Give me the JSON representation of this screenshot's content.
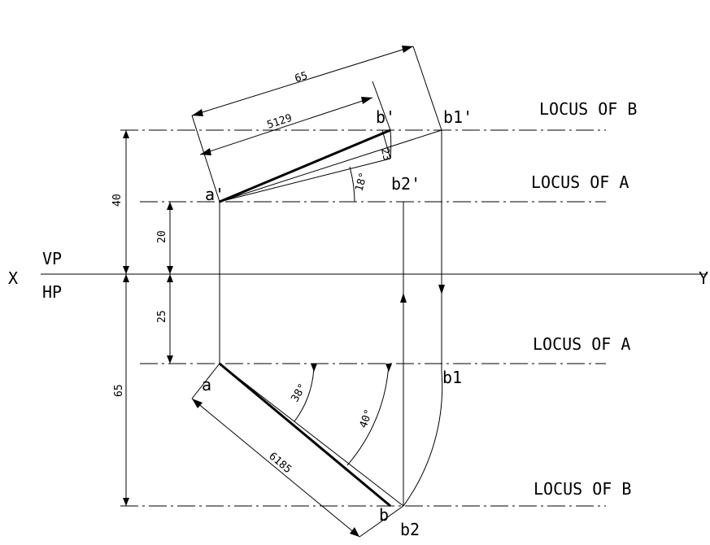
{
  "labels": {
    "x": "X",
    "y": "Y",
    "vp": "VP",
    "hp": "HP",
    "a_prime": "a'",
    "b_prime": "b'",
    "b1_prime": "b1'",
    "b2_prime": "b2'",
    "a": "a",
    "b": "b",
    "b1": "b1",
    "b2": "b2"
  },
  "loci": {
    "locus_b_top": "LOCUS OF B",
    "locus_a_top": "LOCUS OF A",
    "locus_a_bottom": "LOCUS OF A",
    "locus_b_bottom": "LOCUS OF B"
  },
  "dimensions": {
    "d65_top": "65",
    "d5129": "5129",
    "d23": "23",
    "d40": "40",
    "d20": "20",
    "d25": "25",
    "d65_left": "65",
    "d6185": "6185",
    "angle_theta": "18°",
    "angle_38": "38°",
    "angle_40": "40°"
  }
}
